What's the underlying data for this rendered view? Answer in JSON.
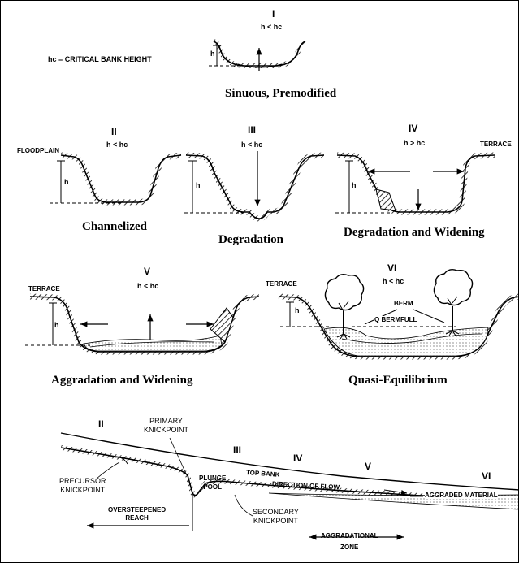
{
  "legend": {
    "hc_definition": "hc = CRITICAL BANK HEIGHT"
  },
  "stages": [
    {
      "id": "I",
      "numeral": "I",
      "condition": "h < hc",
      "caption": "Sinuous, Premodified"
    },
    {
      "id": "II",
      "numeral": "II",
      "condition": "h < hc",
      "caption": "Channelized"
    },
    {
      "id": "III",
      "numeral": "III",
      "condition": "h < hc",
      "caption": "Degradation"
    },
    {
      "id": "IV",
      "numeral": "IV",
      "condition": "h > hc",
      "caption": "Degradation and  Widening"
    },
    {
      "id": "V",
      "numeral": "V",
      "condition": "h < hc",
      "caption": "Aggradation and Widening"
    },
    {
      "id": "VI",
      "numeral": "VI",
      "condition": "h < hc",
      "caption": "Quasi-Equilibrium"
    }
  ],
  "labels": {
    "h": "h",
    "floodplain": "FLOODPLAIN",
    "terrace": "TERRACE",
    "berm": "BERM",
    "q_bermfull": "Q BERMFULL"
  },
  "profile": {
    "stage_II": "II",
    "stage_III": "III",
    "stage_IV": "IV",
    "stage_V": "V",
    "stage_VI": "VI",
    "primary_knickpoint": "PRIMARY\nKNICKPOINT",
    "precursor_knickpoint": "PRECURSOR\nKNICKPOINT",
    "plunge_pool": "PLUNGE\nPOOL",
    "top_bank": "TOP BANK",
    "direction_of_flow": "DIRECTION OF FLOW",
    "aggraded_material": "AGGRADED MATERIAL",
    "oversteepened_reach": "OVERSTEEPENED\nREACH",
    "secondary_knickpoint": "SECONDARY\nKNICKPOINT",
    "aggradational_zone": "AGGRADATIONAL\nZONE"
  }
}
